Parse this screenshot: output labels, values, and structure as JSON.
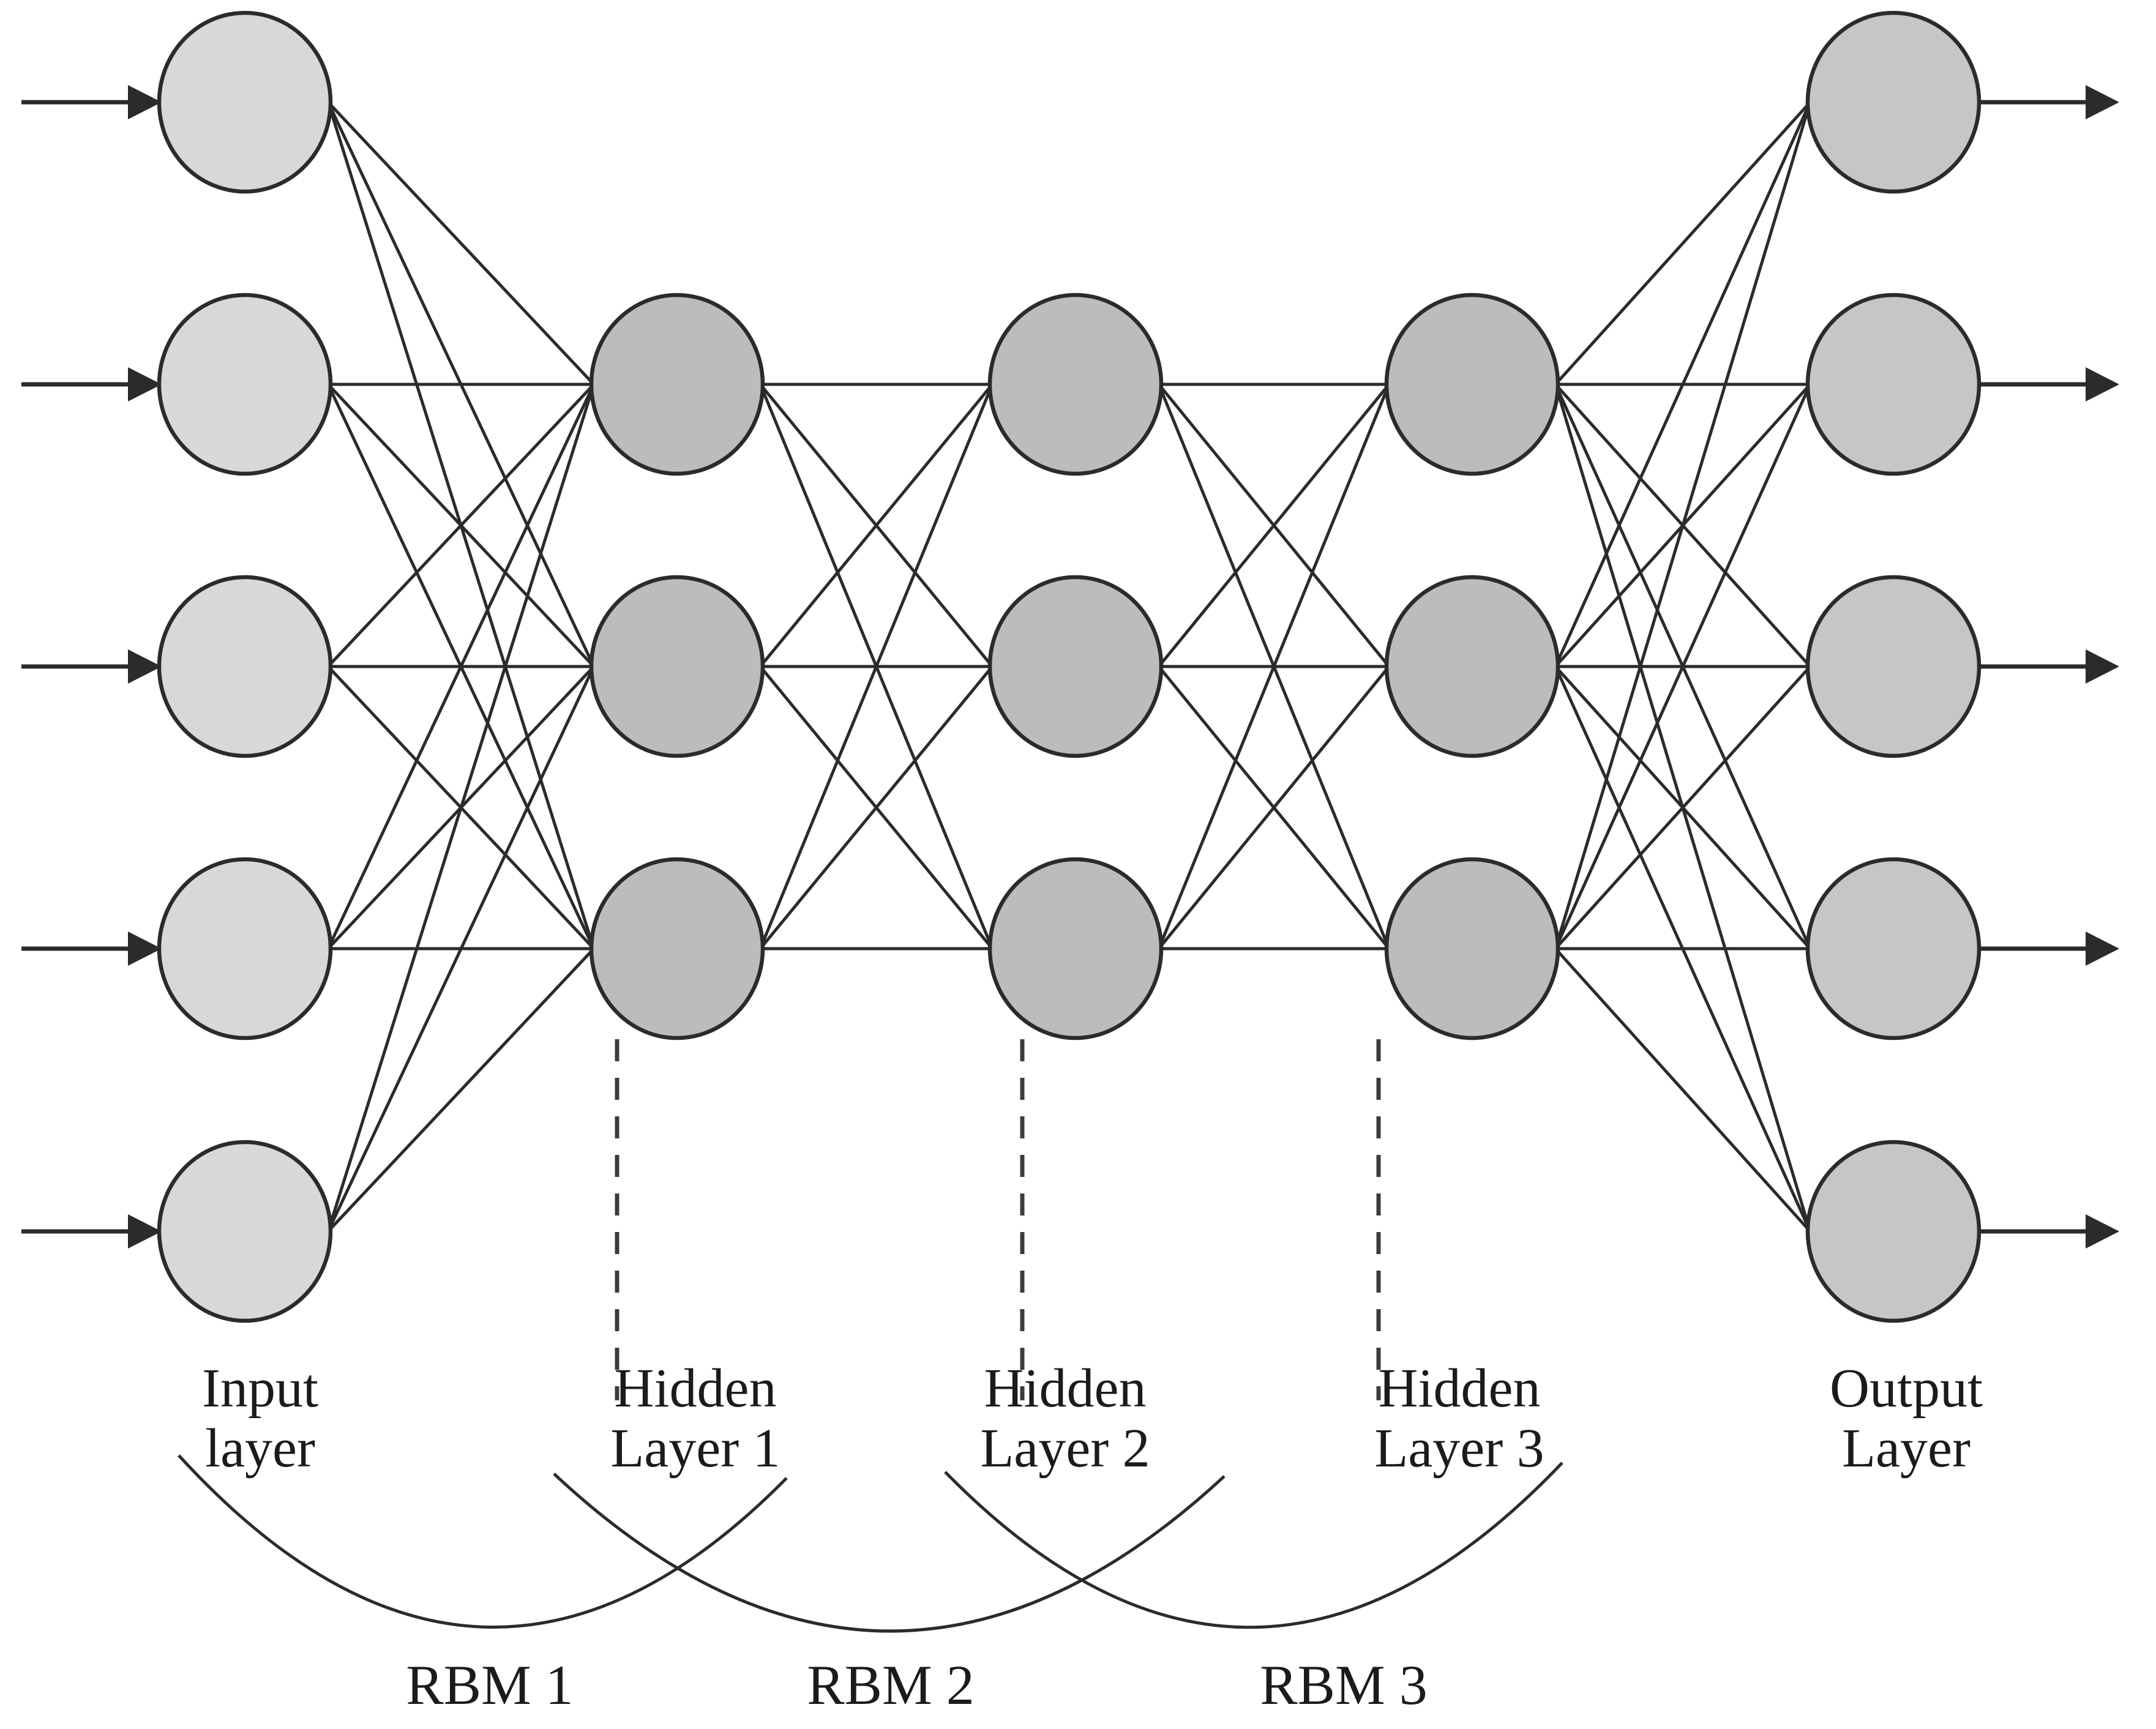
{
  "network": {
    "description": "Deep belief network architecture with stacked RBMs",
    "connection_scheme": "fully-connected-adjacent-layers",
    "colors": {
      "background": "#ffffff",
      "node_stroke": "#2b2b2b",
      "connection_line": "#2b2b2b",
      "arrow": "#2b2b2b",
      "dashed_separator": "#3c3c3c",
      "text": "#1b1b1b",
      "input_node_fill": "#d8d8d8",
      "hidden_node_fill": "#bcbcbc",
      "output_node_fill": "#c6c6c6"
    },
    "layers": [
      {
        "id": "input-layer",
        "label_lines": [
          "Input",
          "layer"
        ],
        "node_count": 5,
        "node_fill": "#d8d8d8",
        "has_input_arrows": true,
        "has_output_arrows": false
      },
      {
        "id": "hidden-layer-1",
        "label_lines": [
          "Hidden",
          "Layer 1"
        ],
        "node_count": 3,
        "node_fill": "#bcbcbc",
        "has_input_arrows": false,
        "has_output_arrows": false
      },
      {
        "id": "hidden-layer-2",
        "label_lines": [
          "Hidden",
          "Layer 2"
        ],
        "node_count": 3,
        "node_fill": "#bcbcbc",
        "has_input_arrows": false,
        "has_output_arrows": false
      },
      {
        "id": "hidden-layer-3",
        "label_lines": [
          "Hidden",
          "Layer 3"
        ],
        "node_count": 3,
        "node_fill": "#bcbcbc",
        "has_input_arrows": false,
        "has_output_arrows": false
      },
      {
        "id": "output-layer",
        "label_lines": [
          "Output",
          "Layer"
        ],
        "node_count": 5,
        "node_fill": "#c6c6c6",
        "has_input_arrows": false,
        "has_output_arrows": true
      }
    ],
    "rbm_groups": [
      {
        "label": "RBM 1",
        "between": [
          "input-layer",
          "hidden-layer-1"
        ]
      },
      {
        "label": "RBM 2",
        "between": [
          "hidden-layer-1",
          "hidden-layer-2"
        ]
      },
      {
        "label": "RBM 3",
        "between": [
          "hidden-layer-2",
          "hidden-layer-3"
        ]
      }
    ]
  }
}
